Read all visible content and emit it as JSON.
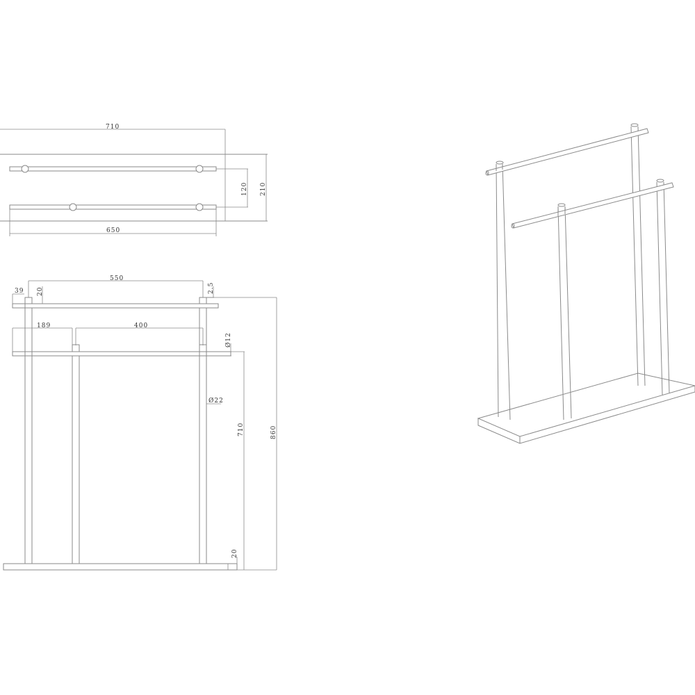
{
  "drawing": {
    "top_view": {
      "dimensions": {
        "overall_width": "710",
        "bar_length": "650",
        "bar_spacing": "120",
        "overall_depth": "210"
      }
    },
    "front_view": {
      "dimensions": {
        "post_spacing": "550",
        "overhang": "39",
        "top_post_cap": "20",
        "cap_offset": "2.5",
        "left_segment": "189",
        "inner_spacing": "400",
        "bar_diameter": "Ø12",
        "post_diameter": "Ø22",
        "lower_height": "710",
        "total_height": "860",
        "base_thickness": "20"
      }
    },
    "isometric_view": {
      "label": ""
    }
  },
  "colors": {
    "line": "#8a8a8a",
    "text": "#333333",
    "background": "#ffffff"
  }
}
